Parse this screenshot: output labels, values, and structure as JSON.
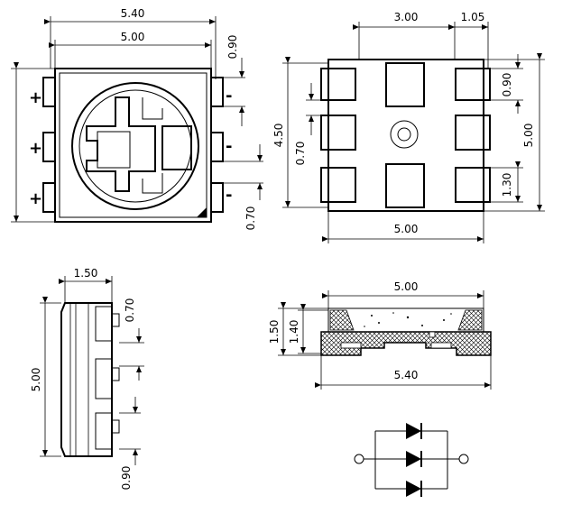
{
  "top_view": {
    "dim_outer_width": "5.40",
    "dim_body_width": "5.00",
    "dim_pad_width": "0.90",
    "dim_pad_gap": "0.70",
    "anode_signs": [
      "+",
      "+",
      "+"
    ],
    "cathode_signs": [
      "-",
      "-",
      "-"
    ]
  },
  "bottom_view": {
    "dim_pad_span": "3.00",
    "dim_pad_width": "1.05",
    "dim_height_left": "4.50",
    "dim_gap_left": "0.70",
    "dim_pad_height": "0.90",
    "dim_height_right": "5.00",
    "dim_pad_height_bottom": "1.30",
    "dim_bottom_width": "5.00"
  },
  "side_view": {
    "dim_depth": "1.50",
    "dim_pitch": "0.70",
    "dim_height": "5.00",
    "dim_pad": "0.90"
  },
  "section_view": {
    "dim_top_width": "5.00",
    "dim_total_height": "1.50",
    "dim_lens_height": "1.40",
    "dim_bottom_width": "5.40"
  },
  "schematic": {
    "diode_count": 3
  }
}
